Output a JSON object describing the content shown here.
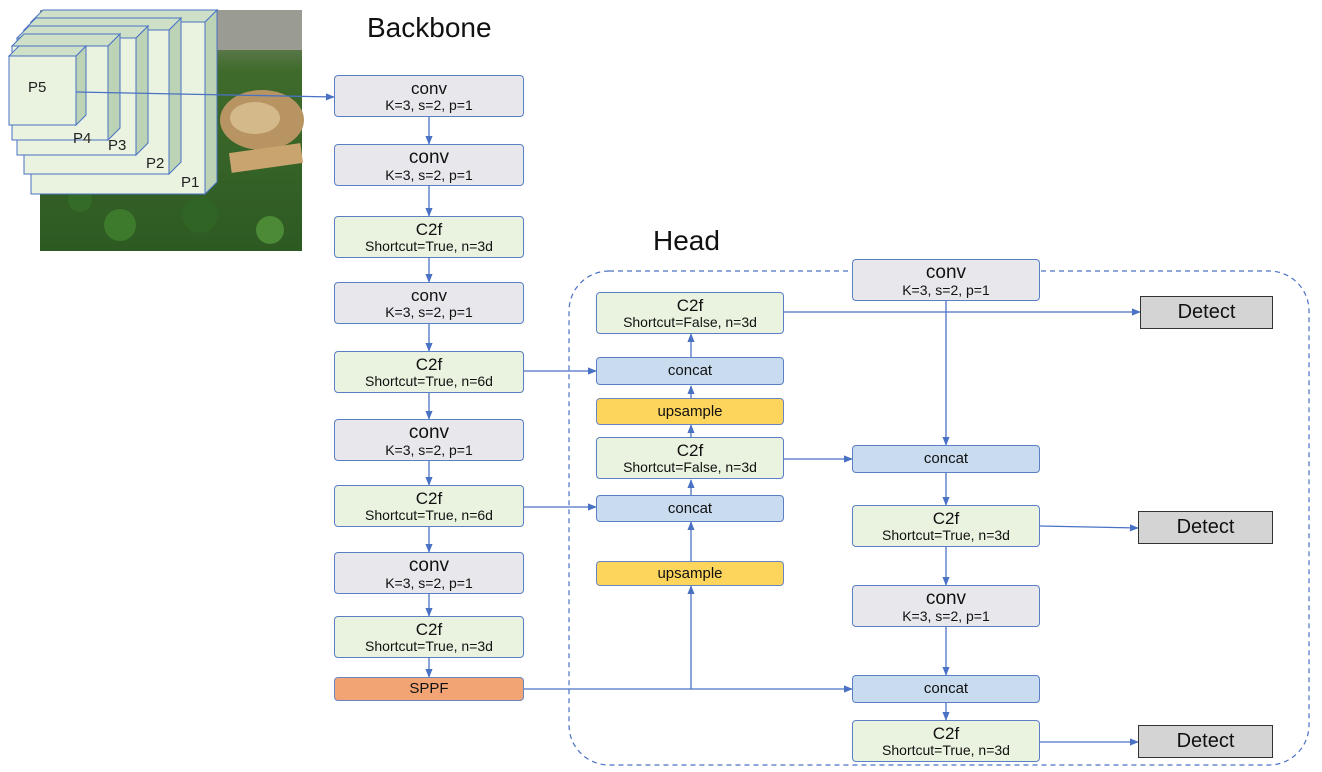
{
  "titles": {
    "backbone": "Backbone",
    "head": "Head"
  },
  "pyramid": {
    "labels": [
      "P5",
      "P4",
      "P3",
      "P2",
      "P1"
    ]
  },
  "backbone": {
    "conv1": {
      "line1": "conv",
      "line2": "K=3, s=2, p=1"
    },
    "conv2": {
      "line1": "conv",
      "line2": "K=3, s=2, p=1"
    },
    "c2f1": {
      "line1": "C2f",
      "line2": "Shortcut=True, n=3d"
    },
    "conv3": {
      "line1": "conv",
      "line2": "K=3, s=2, p=1"
    },
    "c2f2": {
      "line1": "C2f",
      "line2": "Shortcut=True,  n=6d"
    },
    "conv4": {
      "line1": "conv",
      "line2": "K=3, s=2, p=1"
    },
    "c2f3": {
      "line1": "C2f",
      "line2": "Shortcut=True, n=6d"
    },
    "conv5": {
      "line1": "conv",
      "line2": "K=3, s=2, p=1"
    },
    "c2f4": {
      "line1": "C2f",
      "line2": "Shortcut=True, n=3d"
    },
    "sppf": {
      "label": "SPPF"
    }
  },
  "head": {
    "c2f_top": {
      "line1": "C2f",
      "line2": "Shortcut=False, n=3d"
    },
    "concat1": {
      "label": "concat"
    },
    "upsample1": {
      "label": "upsample"
    },
    "c2f_mid": {
      "line1": "C2f",
      "line2": "Shortcut=False, n=3d"
    },
    "concat2": {
      "label": "concat"
    },
    "upsample2": {
      "label": "upsample"
    },
    "conv_r1": {
      "line1": "conv",
      "line2": "K=3, s=2, p=1"
    },
    "concat_r1": {
      "label": "concat"
    },
    "c2f_r1": {
      "line1": "C2f",
      "line2": "Shortcut=True, n=3d"
    },
    "conv_r2": {
      "line1": "conv",
      "line2": "K=3, s=2, p=1"
    },
    "concat_r2": {
      "label": "concat"
    },
    "c2f_r2": {
      "line1": "C2f",
      "line2": "Shortcut=True, n=3d"
    }
  },
  "detect": {
    "top": "Detect",
    "middle": "Detect",
    "bottom": "Detect"
  },
  "colors": {
    "arrow": "#4a72c4",
    "conv": "#e8e7ec",
    "c2f": "#eaf3df",
    "concat": "#c9dbef",
    "upsample": "#fdd45c",
    "sppf": "#f3a474",
    "detect": "#d4d4d4",
    "pyramid_face": "#eaf3df",
    "pyramid_side": "#bcd3b6"
  }
}
